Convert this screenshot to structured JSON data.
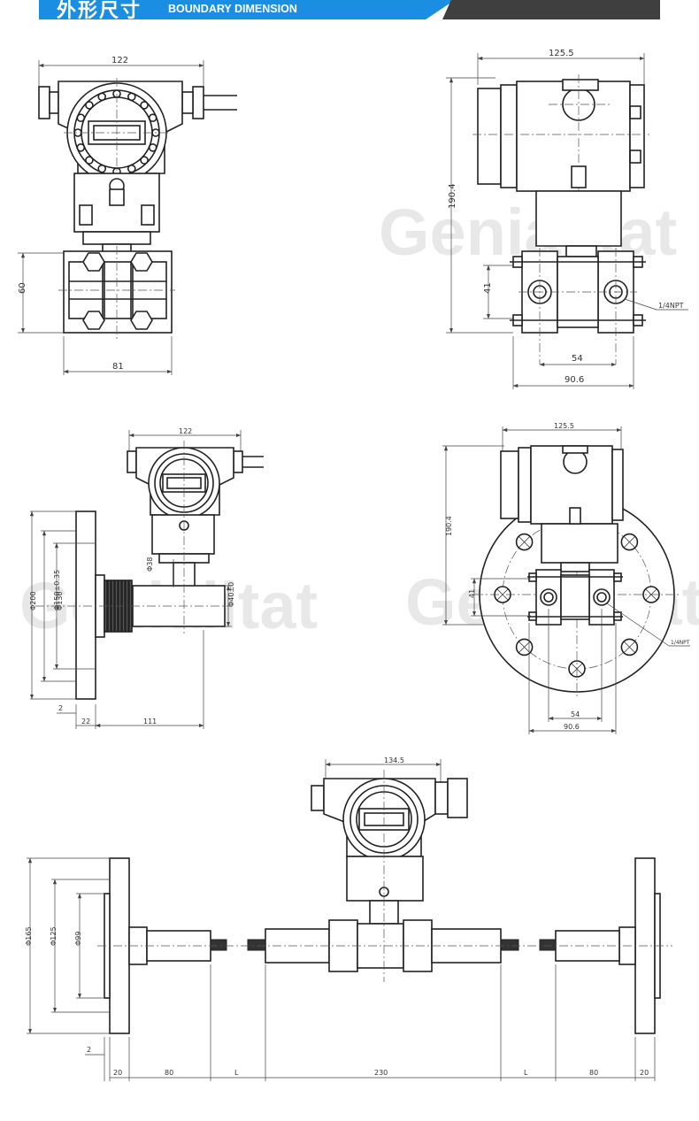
{
  "header": {
    "title_cn": "外形尺寸",
    "title_en": "BOUNDARY DIMENSION",
    "accent_color": "#1a8ee0",
    "dark_color": "#3f3f3f"
  },
  "watermark": "Genialitat",
  "views": {
    "view1": {
      "width_top": "122",
      "height": "60",
      "width_bottom": "81"
    },
    "view2": {
      "width_top": "125.5",
      "height": "190.4",
      "height_small": "41",
      "port": "1/4NPT",
      "width_inner": "54",
      "width_outer": "90.6"
    },
    "view3": {
      "width_top": "122",
      "dia_flange": "Φ200",
      "dia_bolt": "Φ150±0.35",
      "dia_face": "Φ130",
      "dia_neck": "Φ38",
      "dia_body": "Φ40±0",
      "face_thk": "2",
      "flange_thk": "22",
      "length": "111"
    },
    "view4": {
      "width_top": "125.5",
      "height": "190.4",
      "height_small": "41",
      "port": "1/4NPT",
      "width_inner": "54",
      "width_outer": "90.6"
    },
    "view5": {
      "width_top": "134.5",
      "dia_flange": "Φ165",
      "dia_bolt": "Φ125",
      "dia_face": "Φ99",
      "face_thk": "2",
      "dim_flange_l": "20",
      "dim_stem_l": "80",
      "dim_cap_l": "L",
      "dim_body": "230",
      "dim_cap_r": "L",
      "dim_stem_r": "80",
      "dim_flange_r": "20"
    }
  }
}
